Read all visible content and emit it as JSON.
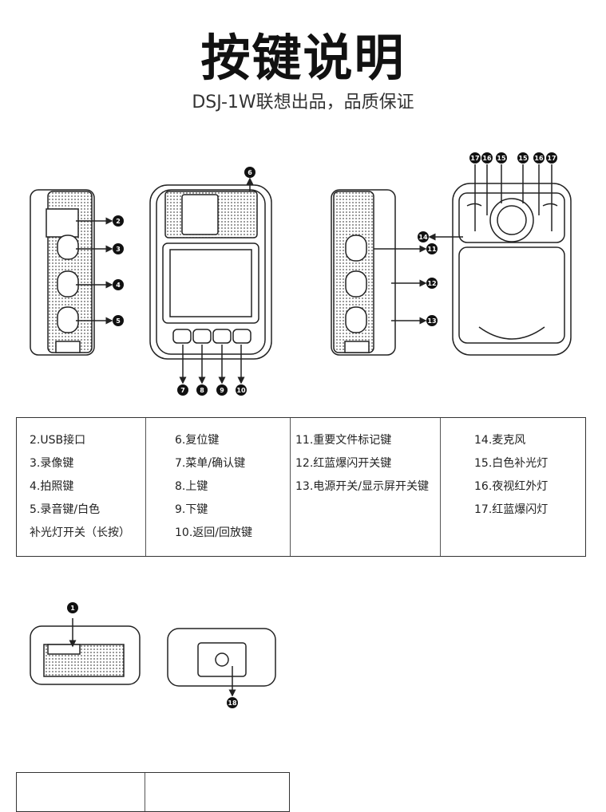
{
  "header": {
    "title": "按键说明",
    "subtitle": "DSJ-1W联想出品，品质保证"
  },
  "callouts": {
    "c1": "1",
    "c2": "2",
    "c3": "3",
    "c4": "4",
    "c5": "5",
    "c6": "6",
    "c7": "7",
    "c8": "8",
    "c9": "9",
    "c10": "10",
    "c11": "11",
    "c12": "12",
    "c13": "13",
    "c14": "14",
    "c15": "15",
    "c16": "16",
    "c17": "17",
    "c18": "18"
  },
  "table": {
    "columns": [
      [
        "2.USB接口",
        "3.录像键",
        "4.拍照键",
        "5.录音键/白色",
        "补光灯开关（长按）"
      ],
      [
        "6.复位键",
        "7.菜单/确认键",
        "8.上键",
        "9.下键",
        "10.返回/回放键"
      ],
      [
        "11.重要文件标记键",
        "12.红蓝爆闪开关键",
        "13.电源开关/显示屏开关键"
      ],
      [
        "14.麦克风",
        "15.白色补光灯",
        "16.夜视红外灯",
        "17.红蓝爆闪灯"
      ]
    ]
  }
}
